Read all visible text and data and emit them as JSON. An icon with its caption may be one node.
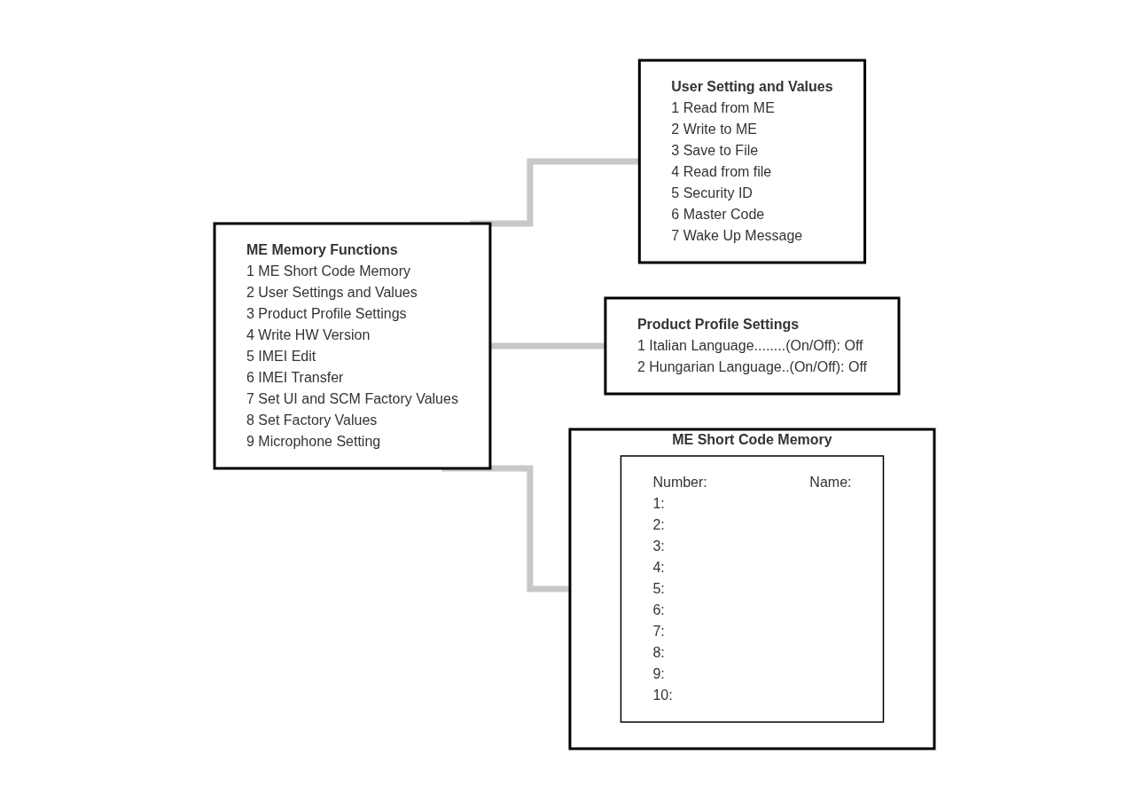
{
  "diagram": {
    "nodes": [
      {
        "text": [
          "ME Memory Functions",
          "1 ME Short Code Memory",
          "2 User Settings and Values",
          "3 Product Profile Settings",
          "4 Write HW Version",
          "5 IMEI Edit",
          "6 IMEI Transfer",
          "7 Set UI and SCM Factory Values",
          "8 Set Factory Values",
          "9 Microphone Setting"
        ]
      },
      {
        "text": [
          "ME Short Code Memory"
        ]
      },
      {
        "text": [
          "Number:",
          "Name:",
          "1:",
          "2:",
          "3:",
          "4:",
          "5:",
          "6:",
          "7:",
          "8:",
          "9:",
          "10:"
        ],
        "in": 1
      },
      {
        "text": [
          "User Setting and Values",
          "1 Read from ME",
          "2 Write to ME",
          "3 Save to File",
          "4 Read from file",
          "5 Security ID",
          "6 Master Code",
          "7 Wake Up Message"
        ]
      },
      {
        "text": [
          "Product Profile Settings",
          "1 Italian Language........(On/Off): Off",
          "2 Hungarian Language..(On/Off): Off"
        ]
      }
    ],
    "edges": [
      {
        "from": 0,
        "to": 1,
        "arrow": "none"
      },
      {
        "from": 0,
        "to": 3,
        "arrow": "none"
      },
      {
        "from": 0,
        "to": 4,
        "arrow": "none"
      }
    ]
  }
}
